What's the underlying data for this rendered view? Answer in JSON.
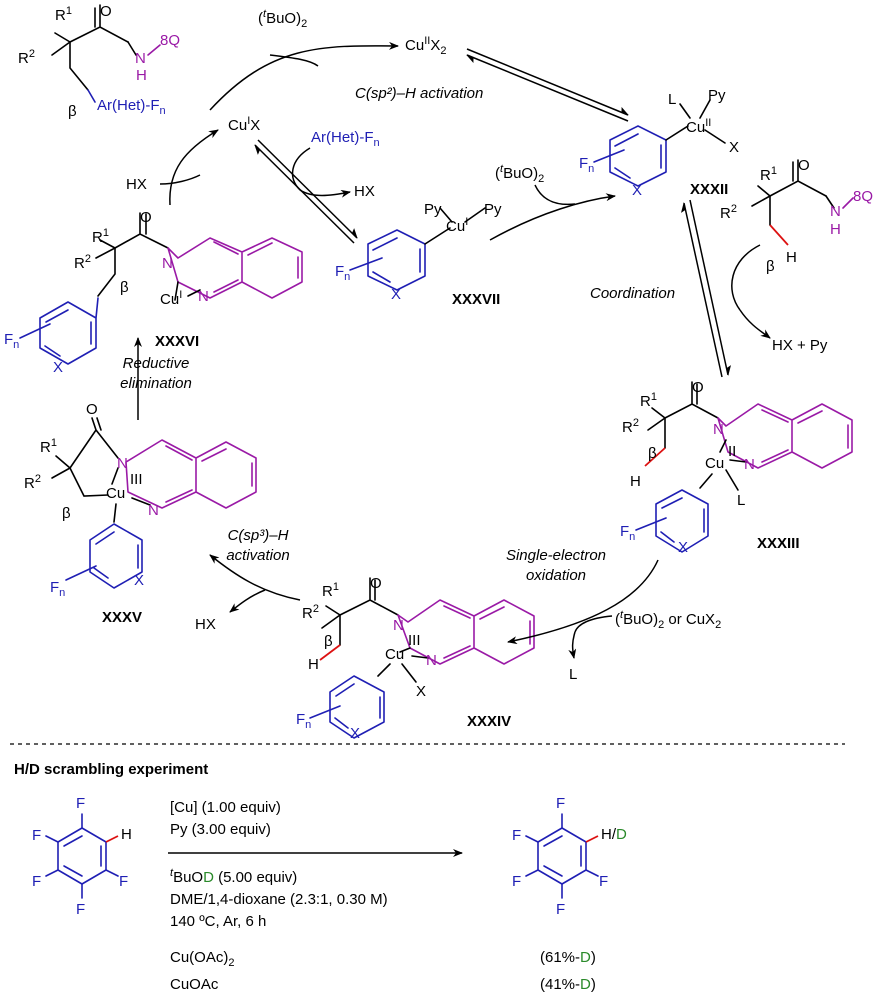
{
  "cycle": {
    "top_product": {
      "r1": "R",
      "r1_sup": "1",
      "r2": "R",
      "r2_sup": "2",
      "nh": "N",
      "h": "H",
      "q": "8Q",
      "o": "O",
      "beta": "β",
      "ar": "Ar(Het)-F",
      "ar_sub": "n"
    },
    "tbuo_top": {
      "pre": "(",
      "sup": "t",
      "post": "BuO)",
      "sub": "2"
    },
    "cuX2": {
      "cu": "Cu",
      "sup": "II",
      "x": "X",
      "sub": "2"
    },
    "cuX": {
      "cu": "Cu",
      "sup": "I",
      "x": "X"
    },
    "csp2_label": "C(sp²)–H activation",
    "hx_left": "HX",
    "hx_mid": "HX",
    "ar_het_reagent": {
      "text": "Ar(Het)-F",
      "sub": "n"
    },
    "tbuo_mid": {
      "pre": "(",
      "sup": "t",
      "post": "BuO)",
      "sub": "2"
    },
    "xxxvii": {
      "label": "XXXVII",
      "py1": "Py",
      "py2": "Py",
      "cu": "Cu",
      "sup": "I",
      "fn": "F",
      "fn_sub": "n",
      "x": "X"
    },
    "xxxii": {
      "label": "XXXII",
      "l": "L",
      "py": "Py",
      "cu": "Cu",
      "sup": "II",
      "x2": "X",
      "fn": "F",
      "fn_sub": "n",
      "x": "X"
    },
    "substrate_right": {
      "r1": "R",
      "r1_sup": "1",
      "r2": "R",
      "r2_sup": "2",
      "o": "O",
      "n": "N",
      "h": "H",
      "q": "8Q",
      "beta": "β",
      "hh": "H"
    },
    "coordination": "Coordination",
    "hx_py": "HX + Py",
    "xxxvi": {
      "label": "XXXVI",
      "r1": "R",
      "r1_sup": "1",
      "r2": "R",
      "r2_sup": "2",
      "o": "O",
      "n": "N",
      "n2": "N",
      "cu": "Cu",
      "sup": "I",
      "beta": "β",
      "fn": "F",
      "fn_sub": "n",
      "x": "X"
    },
    "reductive": [
      "Reductive",
      "elimination"
    ],
    "xxxv": {
      "label": "XXXV",
      "r1": "R",
      "r1_sup": "1",
      "r2": "R",
      "r2_sup": "2",
      "o": "O",
      "n": "N",
      "n2": "N",
      "cu": "Cu",
      "sup": "III",
      "beta": "β",
      "fn": "F",
      "fn_sub": "n",
      "x": "X"
    },
    "csp3_label": [
      "C(sp³)–H",
      "activation"
    ],
    "hx_bottom": "HX",
    "xxxiv": {
      "label": "XXXIV",
      "r1": "R",
      "r1_sup": "1",
      "r2": "R",
      "r2_sup": "2",
      "o": "O",
      "n": "N",
      "n2": "N",
      "cu": "Cu",
      "sup": "III",
      "beta": "β",
      "h": "H",
      "x2": "X",
      "fn": "F",
      "fn_sub": "n",
      "x": "X"
    },
    "single_electron": [
      "Single-electron",
      "oxidation"
    ],
    "oxidant": {
      "pre": "(",
      "sup": "t",
      "post": "BuO)",
      "sub": "2",
      "rest": " or CuX",
      "sub2": "2"
    },
    "l_leaving": "L",
    "xxxiii": {
      "label": "XXXIII",
      "r1": "R",
      "r1_sup": "1",
      "r2": "R",
      "r2_sup": "2",
      "o": "O",
      "n": "N",
      "n2": "N",
      "cu": "Cu",
      "sup": "II",
      "l": "L",
      "beta": "β",
      "h": "H",
      "fn": "F",
      "fn_sub": "n",
      "x": "X"
    }
  },
  "hd": {
    "title": "H/D scrambling experiment",
    "f": "F",
    "h": "H",
    "h_slash": "H/",
    "d": "D",
    "conditions": {
      "line1": "[Cu] (1.00 equiv)",
      "line2": "Py (3.00 equiv)",
      "line3_sup": "t",
      "line3_pre": "BuO",
      "line3_d": "D",
      "line3_post": " (5.00 equiv)",
      "line4": "DME/1,4-dioxane (2.3:1, 0.30 M)",
      "line5": "140 ºC, Ar, 6 h"
    },
    "results": [
      {
        "catalyst": "Cu(OAc)",
        "catalyst_sub": "2",
        "yield_pre": "(61%-",
        "yield_d": "D",
        "yield_post": ")"
      },
      {
        "catalyst": "CuOAc",
        "catalyst_sub": "",
        "yield_pre": "(41%-",
        "yield_d": "D",
        "yield_post": ")"
      }
    ]
  }
}
